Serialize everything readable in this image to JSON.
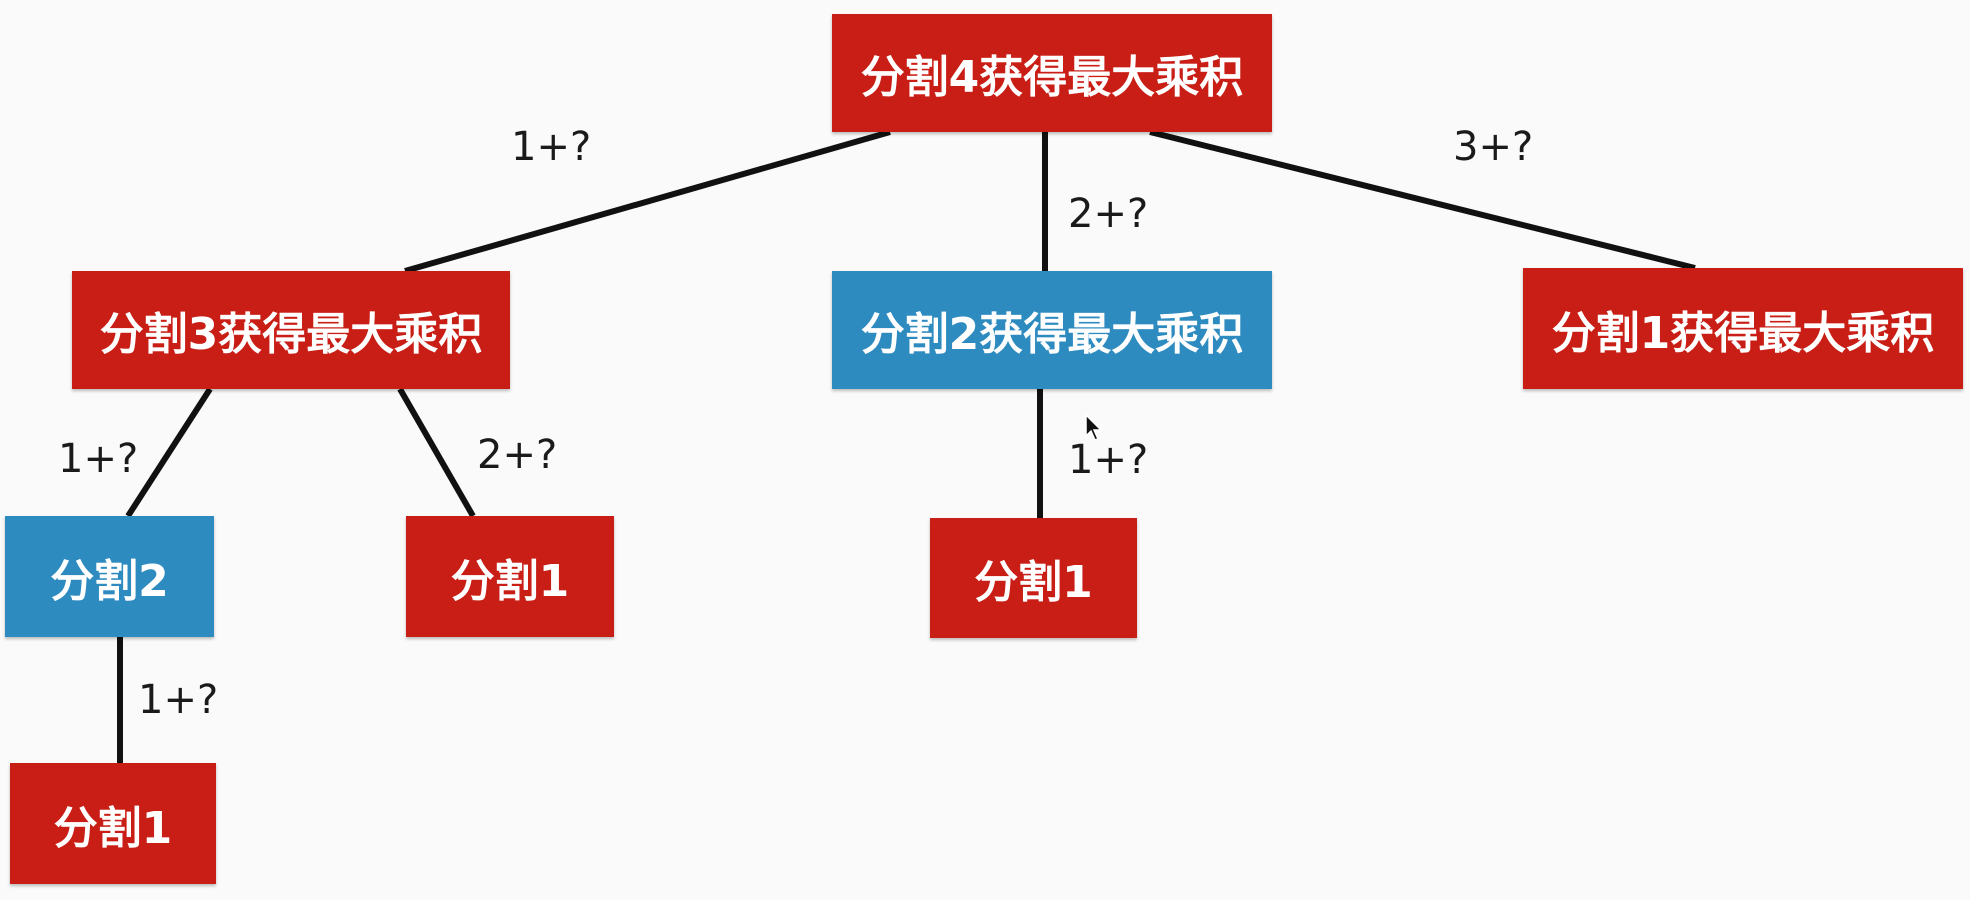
{
  "colors": {
    "red": "#C91E16",
    "blue": "#2E8BC0",
    "edge": "#111111"
  },
  "nodes": {
    "root": {
      "text": "分割4获得最大乘积",
      "color": "red"
    },
    "a": {
      "text": "分割3获得最大乘积",
      "color": "red"
    },
    "b": {
      "text": "分割2获得最大乘积",
      "color": "blue"
    },
    "c": {
      "text": "分割1获得最大乘积",
      "color": "red"
    },
    "a1": {
      "text": "分割2",
      "color": "blue"
    },
    "a2": {
      "text": "分割1",
      "color": "red"
    },
    "b1": {
      "text": "分割1",
      "color": "red"
    },
    "a1a": {
      "text": "分割1",
      "color": "red"
    }
  },
  "edges": {
    "root_a": {
      "label": "1+?"
    },
    "root_b": {
      "label": "2+?"
    },
    "root_c": {
      "label": "3+?"
    },
    "a_a1": {
      "label": "1+?"
    },
    "a_a2": {
      "label": "2+?"
    },
    "b_b1": {
      "label": "1+?"
    },
    "a1_a1a": {
      "label": "1+?"
    }
  },
  "cursor_icon": "mouse-pointer-icon"
}
